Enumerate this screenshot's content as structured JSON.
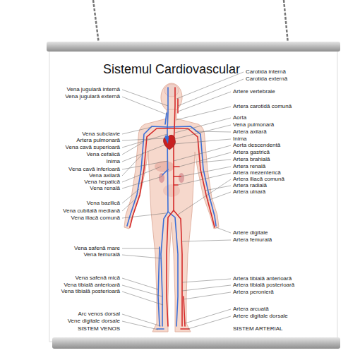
{
  "diagram": {
    "title": "Sistemul Cardiovascular",
    "labels": [
      "Vena jugulară internă",
      "Vena jugulară externă",
      "Vena subclavie",
      "Artera pulmonară",
      "Vena cavă superioară",
      "Vena cefalică",
      "Inima",
      "Vena cavă inferioară",
      "Vena axilară",
      "Vena hepatică",
      "Vena renală",
      "Vena bazilică",
      "Vena cubitală mediană",
      "Vena iliacă comună",
      "Vena safenă mare",
      "Vena femurală",
      "Vena safenă mică",
      "Vena tibială anterioară",
      "Vena tibială posterioară",
      "Arc venos dorsal",
      "Vene digitale dorsale",
      "SISTEM VENOS",
      "Carotida internă",
      "Carotida externă",
      "Artere vertebrale",
      "Artera carotidă comună",
      "Aorta",
      "Vena pulmonară",
      "Artera axilară",
      "Inima",
      "Aorta descendentă",
      "Artera gastrică",
      "Artera brahială",
      "Artera renală",
      "Artera mezenterică",
      "Artera iliacă comună",
      "Artera radială",
      "Artera ulnară",
      "Artere digitale",
      "Artera femurală",
      "Artera tibială anterioară",
      "Artera tibială posterioară",
      "Artera peronieră",
      "Artera arcuată",
      "Artere digitale dorsale",
      "SISTEM ARTERIAL"
    ]
  }
}
